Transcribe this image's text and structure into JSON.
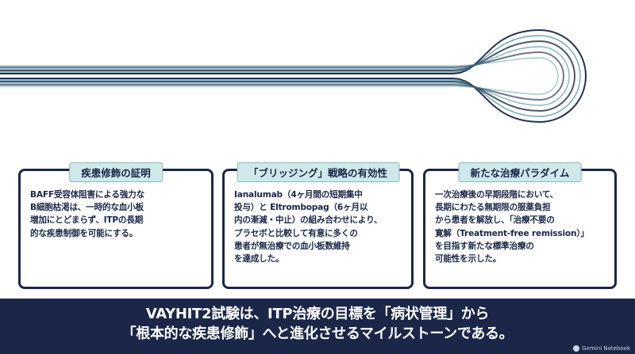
{
  "colors": {
    "navy": "#1b2748",
    "accent_teal": "#cfe9eb",
    "line_teal": "#4f9aa3",
    "line_navy": "#1b2748"
  },
  "cards": [
    {
      "title": "疾患修飾の証明",
      "body": "BAFF受容体阻害による強力な\nB細胞枯渇は、一時的な血小板\n増加にとどまらず、ITPの長期\n的な疾患制御を可能にする。"
    },
    {
      "title": "「ブリッジング」戦略の有効性",
      "body": "Ianalumab（4ヶ月間の短期集中\n投与）と Eltrombopag（6ヶ月以\n内の漸減・中止）の組み合わせにより、\nプラセボと比較して有意に多くの\n患者が無治療での血小板数維持\nを達成した。"
    },
    {
      "title": "新たな治療パラダイム",
      "body": "一次治療後の早期段階において、\n長期にわたる無期限の服薬負担\nから患者を解放し、「治療不要の\n寛解（Treatment-free remission）」\nを目指す新たな標準治療の\n可能性を示した。"
    }
  ],
  "footer": {
    "line1": "VAYHIT2試験は、ITP治療の目標を「病状管理」から",
    "line2": "「根本的な疾患修飾」へと進化させるマイルストーンである。",
    "brand": "Gemini Notebook",
    "brand_icon": "gemini-notebook-icon"
  }
}
